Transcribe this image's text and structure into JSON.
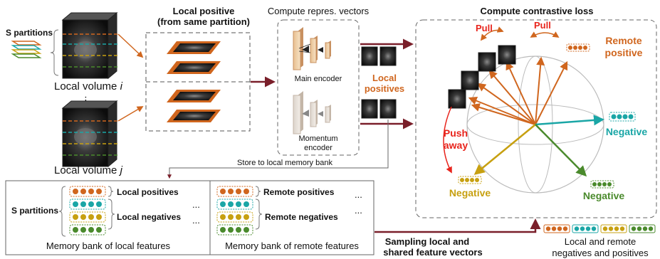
{
  "colors": {
    "orange": "#d0661e",
    "teal": "#1aa6a6",
    "gold": "#c7a010",
    "green": "#4a8a2c",
    "maroon": "#7a1f2a",
    "red": "#e8241c"
  },
  "left": {
    "s_partitions": "S partitions",
    "volume_i_prefix": "Local volume ",
    "volume_i_var": "i",
    "volume_j_prefix": "Local volume ",
    "volume_j_var": "j",
    "ellipsis": "⋮"
  },
  "local_positive": {
    "title_line1": "Local positive",
    "title_line2": "(from same partition)"
  },
  "encoders": {
    "title": "Compute repres. vectors",
    "main": "Main encoder",
    "momentum_line1": "Momentum",
    "momentum_line2": "encoder",
    "local_positives_line1": "Local",
    "local_positives_line2": "positives"
  },
  "contrastive": {
    "title": "Compute contrastive loss",
    "pull_1": "Pull",
    "pull_2": "Pull",
    "remote_positive_line1": "Remote",
    "remote_positive_line2": "positive",
    "push_line1": "Push",
    "push_line2": "away",
    "negative_teal": "Negative",
    "negative_gold": "Negative",
    "negative_green": "Negative",
    "bottom_label_line1": "Local and remote",
    "bottom_label_line2": "negatives and positives"
  },
  "memory": {
    "store_label": "Store to local memory bank",
    "s_partitions": "S partitions",
    "local_positives": "Local positives",
    "local_negatives": "Local negatives",
    "remote_positives": "Remote positives",
    "remote_negatives": "Remote negatives",
    "dots": "...",
    "bank_local": "Memory bank of local features",
    "bank_remote": "Memory bank of remote features",
    "sampling_line1": "Sampling local and",
    "sampling_line2": "shared feature vectors"
  }
}
